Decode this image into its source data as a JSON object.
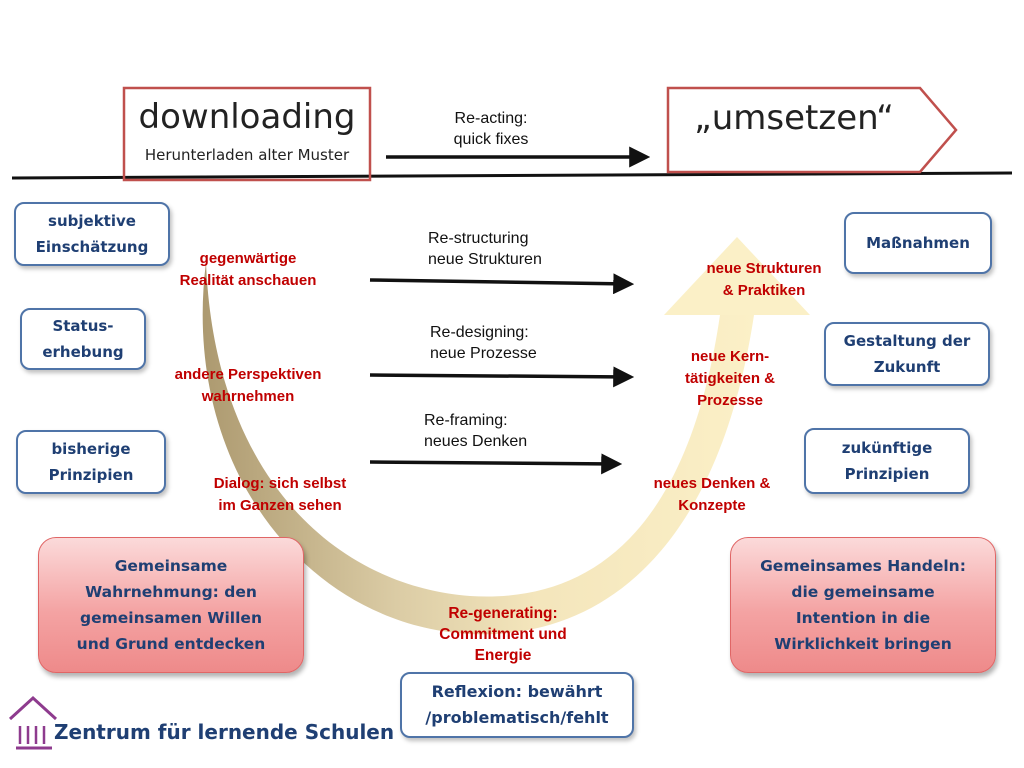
{
  "top_left": {
    "title": "downloading",
    "subtitle": "Herunterladen alter Muster"
  },
  "top_right": {
    "title": "„umsetzen“"
  },
  "reacting": {
    "line1": "Re-acting:",
    "line2": "quick fixes"
  },
  "restructuring": {
    "line1": "Re-structuring",
    "line2": "neue Strukturen"
  },
  "redesigning": {
    "line1": "Re-designing:",
    "line2": "neue Prozesse"
  },
  "reframing": {
    "line1": "Re-framing:",
    "line2": "neues Denken"
  },
  "regenerating": {
    "line1": "Re-generating:",
    "line2": "Commitment und",
    "line3": "Energie"
  },
  "left_boxes": [
    {
      "l1": "subjektive",
      "l2": "Einschätzung"
    },
    {
      "l1": "Status-",
      "l2": "erhebung"
    },
    {
      "l1": "bisherige",
      "l2": "Prinzipien"
    }
  ],
  "right_boxes": [
    {
      "l1": "Maßnahmen"
    },
    {
      "l1": "Gestaltung der",
      "l2": "Zukunft"
    },
    {
      "l1": "zukünftige",
      "l2": "Prinzipien"
    }
  ],
  "left_red": [
    {
      "l1": "gegenwärtige",
      "l2": "Realität anschauen"
    },
    {
      "l1": "andere Perspektiven",
      "l2": "wahrnehmen"
    },
    {
      "l1": "Dialog: sich selbst",
      "l2": "im Ganzen sehen"
    }
  ],
  "right_red": [
    {
      "l1": "neue Strukturen",
      "l2": "& Praktiken"
    },
    {
      "l1": "neue Kern-",
      "l2": "tätigkeiten &",
      "l3": "Prozesse"
    },
    {
      "l1": "neues Denken &",
      "l2": "Konzepte"
    }
  ],
  "pink_left": {
    "l1": "Gemeinsame",
    "l2": "Wahrnehmung: den",
    "l3": "gemeinsamen Willen",
    "l4": "und Grund entdecken"
  },
  "pink_right": {
    "l1": "Gemeinsames  Handeln:",
    "l2": "die gemeinsame",
    "l3": "Intention in die",
    "l4": "Wirklichkeit bringen"
  },
  "reflexion": {
    "l1": "Reflexion: bewährt",
    "l2": "/problematisch/fehlt"
  },
  "logo": {
    "text": "Zentrum für lernende Schulen"
  },
  "colors": {
    "box_border": "#4f74a8",
    "box_text": "#1f3f73",
    "red_text": "#c00000",
    "pink_fill": "#f4a3a3",
    "u_curve": "#c8b68a",
    "u_curve_right": "#f7e7b0",
    "frame_red": "#c0504d",
    "logo_purple": "#8e3b8e"
  }
}
